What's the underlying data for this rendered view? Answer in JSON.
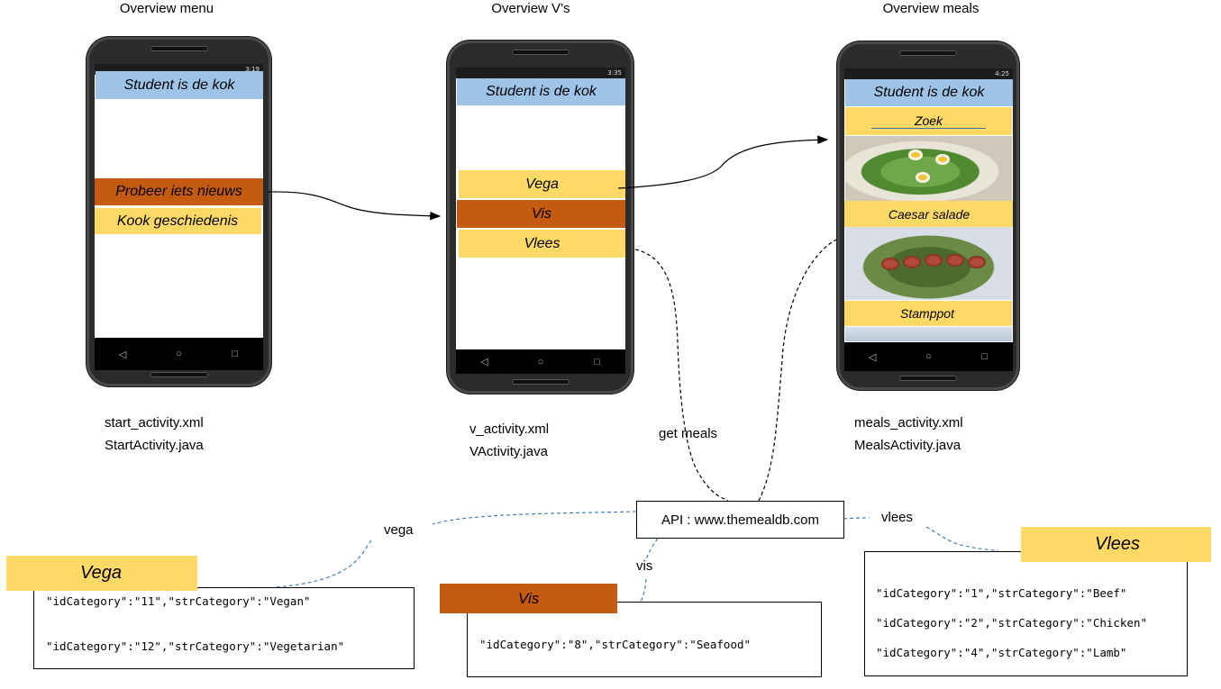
{
  "titles": {
    "menu": "Overview menu",
    "vs": "Overview V’s",
    "meals": "Overview meals"
  },
  "phone_menu": {
    "status_time": "3:19",
    "header": "Student is de kok",
    "btn_try": "Probeer iets nieuws",
    "btn_history": "Kook geschiedenis"
  },
  "phone_vs": {
    "status_time": "3:35",
    "header": "Student is de kok",
    "btn_vega": "Vega",
    "btn_vis": "Vis",
    "btn_vlees": "Vlees"
  },
  "phone_meals": {
    "status_time": "4:25",
    "header": "Student is de kok",
    "search": "Zoek",
    "meal1": "Caesar salade",
    "meal2": "Stamppot"
  },
  "nav_icons": [
    "back-icon",
    "home-icon",
    "recents-icon"
  ],
  "captions": {
    "menu_xml": "start_activity.xml",
    "menu_java": "StartActivity.java",
    "vs_xml": "v_activity.xml",
    "vs_java": "VActivity.java",
    "meals_xml": "meals_activity.xml",
    "meals_java": "MealsActivity.java"
  },
  "labels": {
    "get_meals": "get meals",
    "api": "API : www.themealdb.com",
    "vega": "vega",
    "vis": "vis",
    "vlees": "vlees"
  },
  "tags": {
    "vega": "Vega",
    "vis": "Vis",
    "vlees": "Vlees"
  },
  "code": {
    "vega": [
      "\"idCategory\":\"11\",\"strCategory\":\"Vegan\"",
      "\"idCategory\":\"12\",\"strCategory\":\"Vegetarian\""
    ],
    "vis": [
      "\"idCategory\":\"8\",\"strCategory\":\"Seafood\""
    ],
    "vlees": [
      "\"idCategory\":\"1\",\"strCategory\":\"Beef\"",
      "\"idCategory\":\"2\",\"strCategory\":\"Chicken\"",
      "\"idCategory\":\"4\",\"strCategory\":\"Lamb\""
    ]
  },
  "colors": {
    "blue": "#9dc3e6",
    "yellow": "#ffd966",
    "orange": "#c55a11",
    "dashed": "#2e75b6"
  }
}
